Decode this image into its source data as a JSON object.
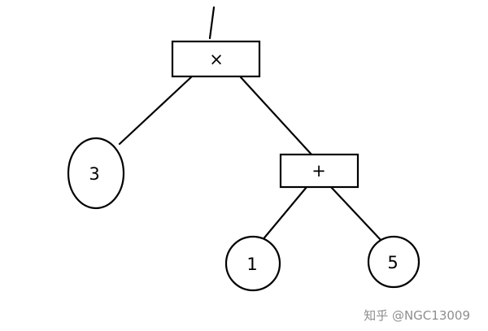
{
  "diagram": {
    "title": "expression-tree",
    "root_operator": {
      "label": "×"
    },
    "left_leaf": {
      "label": "3"
    },
    "plus_operator": {
      "label": "+"
    },
    "plus_left_leaf": {
      "label": "1"
    },
    "plus_right_leaf": {
      "label": "5"
    }
  },
  "watermark": {
    "text": "知乎 @NGC13009"
  },
  "colors": {
    "stroke": "#000000",
    "background": "#ffffff",
    "watermark": "#8e8e8e"
  }
}
